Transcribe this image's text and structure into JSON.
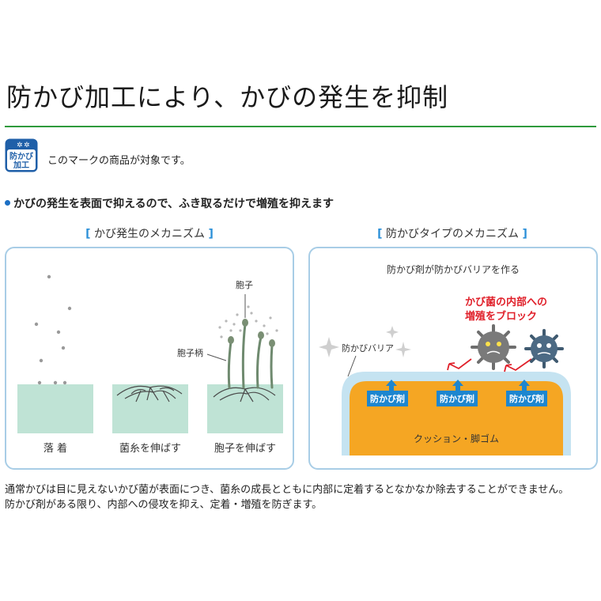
{
  "header": {
    "title": "防かび加工により、かびの発生を抑制"
  },
  "badge": {
    "line1": "防かび",
    "line2": "加工",
    "note": "このマークの商品が対象です。"
  },
  "lead": "かびの発生を表面で抑えるので、ふき取るだけで増殖を抑えます",
  "left_panel": {
    "title": "かび発生のメカニズム",
    "labels": {
      "spore": "胞子",
      "stalk": "胞子柄"
    },
    "steps": [
      "落 着",
      "菌糸を伸ばす",
      "胞子を伸ばす"
    ]
  },
  "right_panel": {
    "title": "防かびタイプのメカニズム",
    "subtitle": "防かび剤が防かびバリアを作る",
    "barrier_label": "防かびバリア",
    "block_line1": "かび菌の内部への",
    "block_line2": "増殖をブロック",
    "agent": "防かび剤",
    "base": "クッション・脚ゴム"
  },
  "footer": {
    "line1": "通常かびは目に見えないかび菌が表面につき、菌糸の成長とともに内部に定着するとなかなか除去することができません。",
    "line2": "防かび剤がある限り、内部への侵攻を抑え、定着・増殖を防ぎます。"
  },
  "colors": {
    "green_rule": "#2e9a3c",
    "panel_border": "#a8cde6",
    "agent_blue": "#1d86cf",
    "base_orange": "#f5a623",
    "block_red": "#e0202a",
    "mint": "#bfe3d5"
  }
}
